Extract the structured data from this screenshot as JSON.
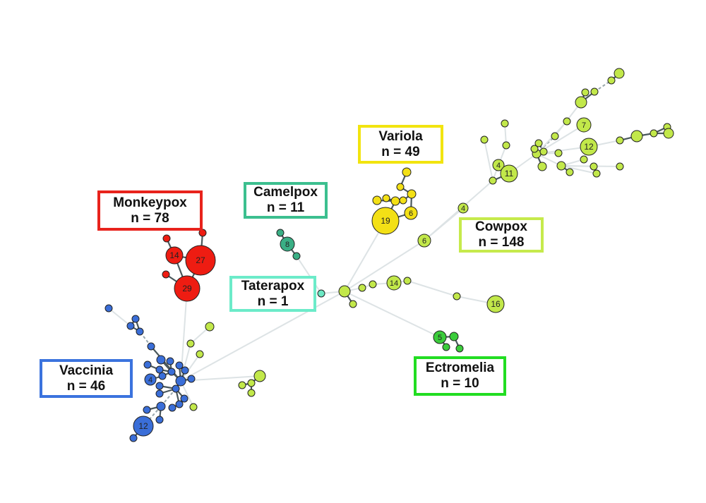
{
  "clades": {
    "monkeypox": {
      "name": "Monkeypox",
      "count": "n = 78",
      "color": "#e8231c",
      "node_color": "#ee1c12"
    },
    "camelpox": {
      "name": "Camelpox",
      "count": "n = 11",
      "color": "#3cbf8f",
      "node_color": "#3aaf85"
    },
    "variola": {
      "name": "Variola",
      "count": "n = 49",
      "color": "#f2e40f",
      "node_color": "#f3e016"
    },
    "cowpox": {
      "name": "Cowpox",
      "count": "n = 148",
      "color": "#c6ea4c",
      "node_color": "#c2e84a"
    },
    "taterapox": {
      "name": "Taterapox",
      "count": "n = 1",
      "color": "#6cebc9",
      "node_color": "#6ce8c4"
    },
    "ectromelia": {
      "name": "Ectromelia",
      "count": "n = 10",
      "color": "#22dd22",
      "node_color": "#3bcc3b"
    },
    "vaccinia": {
      "name": "Vaccinia",
      "count": "n = 46",
      "color": "#3b73de",
      "node_color": "#3a6ed8"
    }
  },
  "node_labels": {
    "monkeypox": [
      "14",
      "27",
      "29"
    ],
    "camelpox": [
      "8"
    ],
    "variola": [
      "19",
      "6"
    ],
    "cowpox": [
      "6",
      "4",
      "4",
      "11",
      "7",
      "12",
      "14",
      "16"
    ],
    "ectromelia": [
      "5"
    ],
    "vaccinia": [
      "4",
      "12"
    ]
  }
}
